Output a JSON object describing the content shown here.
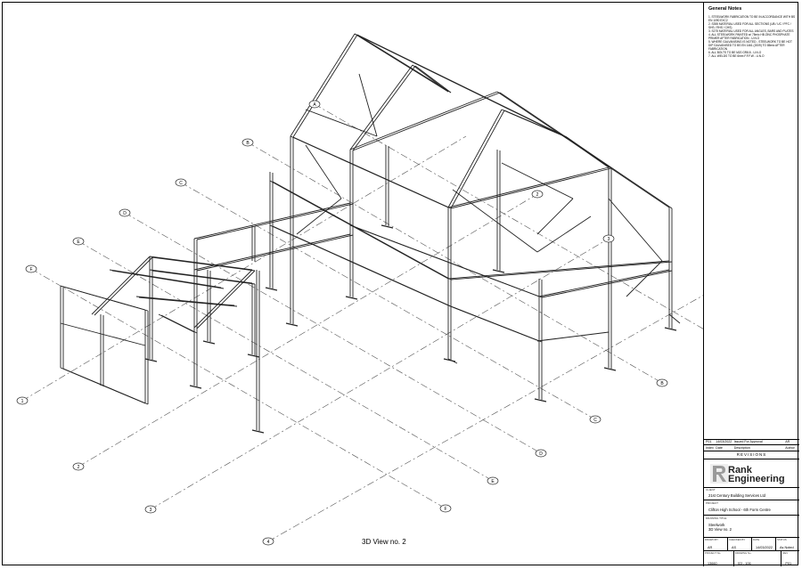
{
  "view": {
    "title": "3D View no. 2"
  },
  "grid": {
    "letters": [
      "A",
      "B",
      "C",
      "D",
      "E",
      "F"
    ],
    "numbers": [
      "1",
      "2",
      "3",
      "4"
    ]
  },
  "notes": {
    "heading": "General Notes",
    "items": [
      "1. STEELWORK FABRICATION TO BE IN ACCORDANCE WITH BS EN 1090 EXC2",
      "2. S355 MATERIAL USED FOR ALL SECTIONS (UB / UC / PFC / SHS / RHS / CHS)",
      "3. S275 MATERIAL USED FOR ALL ANGLES, BARS AND PLATES",
      "4. ALL STEELWORK PAINTED w/ 75mic HB ZINC PHOSPHATE PRIMER AFTER FABRICATION - U.N.O",
      "5. WHERE GALVANISING IS NOTED - STEELWORK TO BE HOT DIP GALVANISED TO BS EN 1461 (2009) TO 85mic AFTER FABRICATION",
      "6. ALL BOLTS TO BE M20 GR8.8 - U.N.O",
      "7. ALL WELDS TO BE 6mm F.F.F.W - U.N.O"
    ]
  },
  "revisions": {
    "rows": [
      [
        "P01",
        "14/03/2022",
        "Issued For Approval",
        "AR"
      ],
      [
        "Index",
        "Date",
        "Description",
        "Author"
      ]
    ],
    "header": "REVISIONS"
  },
  "company": {
    "line1": "Rank",
    "line2": "Engineering"
  },
  "client": {
    "label": "CLIENT",
    "value": "21st Century Building Services Ltd"
  },
  "project": {
    "label": "PROJECT",
    "value": "Clifton High School - 6th Form Centre"
  },
  "drawing": {
    "label": "DRAWING TITLE",
    "value1": "Steelwork",
    "value2": "3D View no. 2"
  },
  "meta1": [
    {
      "label": "DRAWN BY",
      "value": "AR"
    },
    {
      "label": "CHECKED BY",
      "value": "AS"
    },
    {
      "label": "DATE",
      "value": "14/03/2022"
    },
    {
      "label": "STATUS",
      "value": "As Noted"
    }
  ],
  "meta2": [
    {
      "label": "PROJECT No.",
      "value": "13660"
    },
    {
      "label": "DRAWING No.",
      "value": "[G] - 106"
    },
    {
      "label": "REV",
      "value": "P01"
    }
  ],
  "colors": {
    "line": "#222222",
    "gridline": "#555555"
  }
}
